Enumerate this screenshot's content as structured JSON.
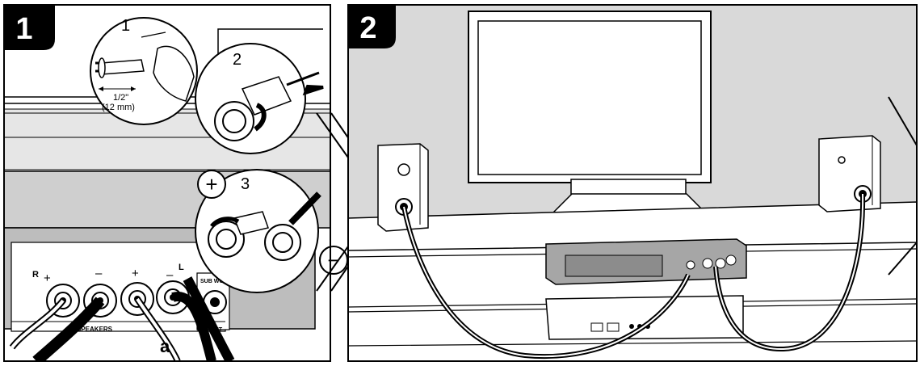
{
  "panels": [
    {
      "step_number": "1"
    },
    {
      "step_number": "2"
    }
  ],
  "panel1": {
    "substeps": [
      "1",
      "2",
      "3"
    ],
    "strip_length": "1/2\"",
    "strip_length_metric": "(12 mm)",
    "plus_symbol": "+",
    "minus_symbol": "−",
    "terminal_labels": {
      "right": "R",
      "left": "L",
      "plus": "+",
      "minus": "–"
    },
    "speakers_label": "SPEAKERS",
    "preout_label": "PRE OUT",
    "subwoofer_label": "SUB WO",
    "callout": "a"
  },
  "colors": {
    "frame": "#000000",
    "room_wall": "#d9d9d9",
    "device_gray": "#a6a6a6",
    "badge_bg": "#000000",
    "badge_fg": "#ffffff"
  }
}
